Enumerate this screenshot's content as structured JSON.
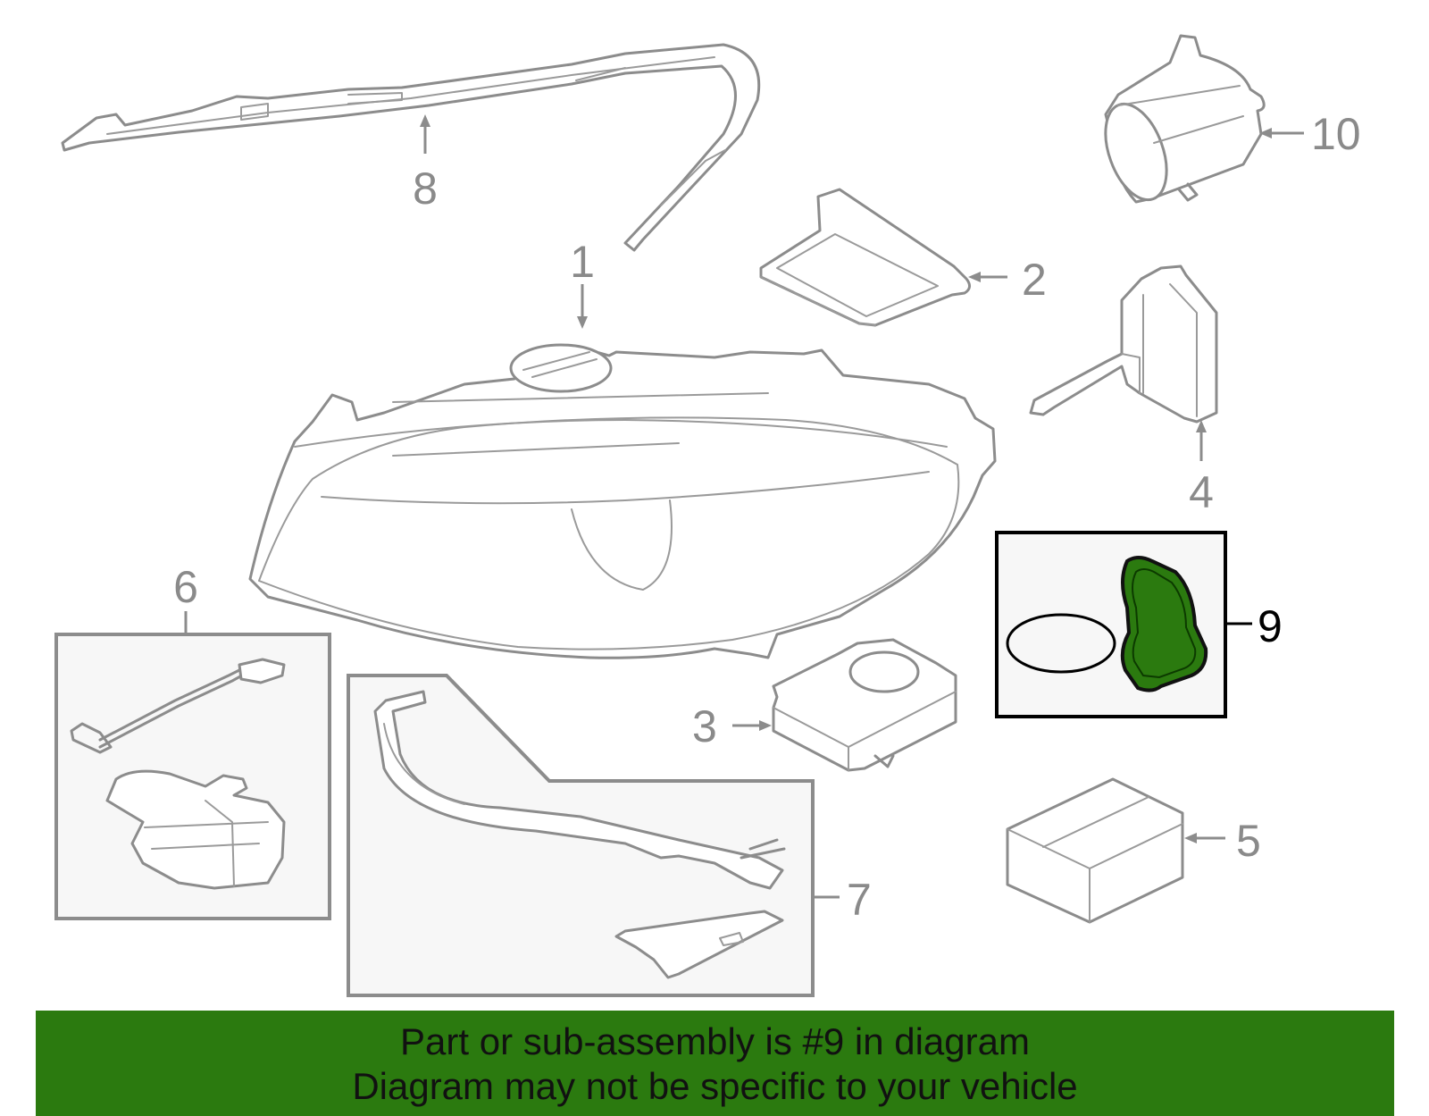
{
  "diagram": {
    "callouts": {
      "c1": "1",
      "c2": "2",
      "c3": "3",
      "c4": "4",
      "c5": "5",
      "c6": "6",
      "c7": "7",
      "c8": "8",
      "c9": "9",
      "c10": "10"
    },
    "highlighted_part": "9",
    "colors": {
      "highlight": "#2b7a0f",
      "banner": "#2b7a0f",
      "line": "#8c8c8c"
    }
  },
  "banner": {
    "line1": "Part or sub-assembly is #9 in diagram",
    "line2": "Diagram may not be specific to your vehicle"
  }
}
